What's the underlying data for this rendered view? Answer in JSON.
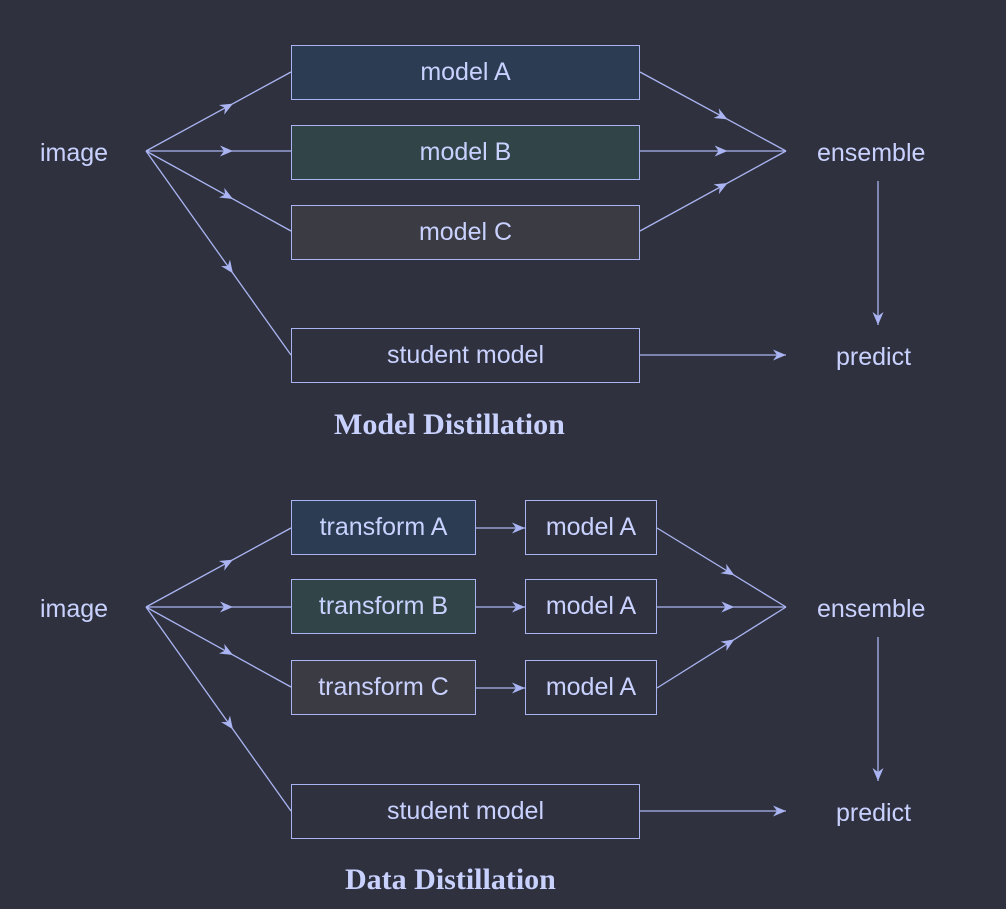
{
  "colors": {
    "background": "#2f323e",
    "stroke": "#aab4f2",
    "text": "#c9d1ff",
    "fill_a": "#2c3c52",
    "fill_b": "#314549",
    "fill_c": "#3b3b44",
    "fill_none": "#2f323e"
  },
  "model_distillation": {
    "title": "Model Distillation",
    "input": "image",
    "models": [
      "model A",
      "model B",
      "model C"
    ],
    "ensemble": "ensemble",
    "student": "student model",
    "predict": "predict"
  },
  "data_distillation": {
    "title": "Data Distillation",
    "input": "image",
    "transforms": [
      "transform A",
      "transform B",
      "transform C"
    ],
    "models": [
      "model A",
      "model A",
      "model A"
    ],
    "ensemble": "ensemble",
    "student": "student model",
    "predict": "predict"
  }
}
